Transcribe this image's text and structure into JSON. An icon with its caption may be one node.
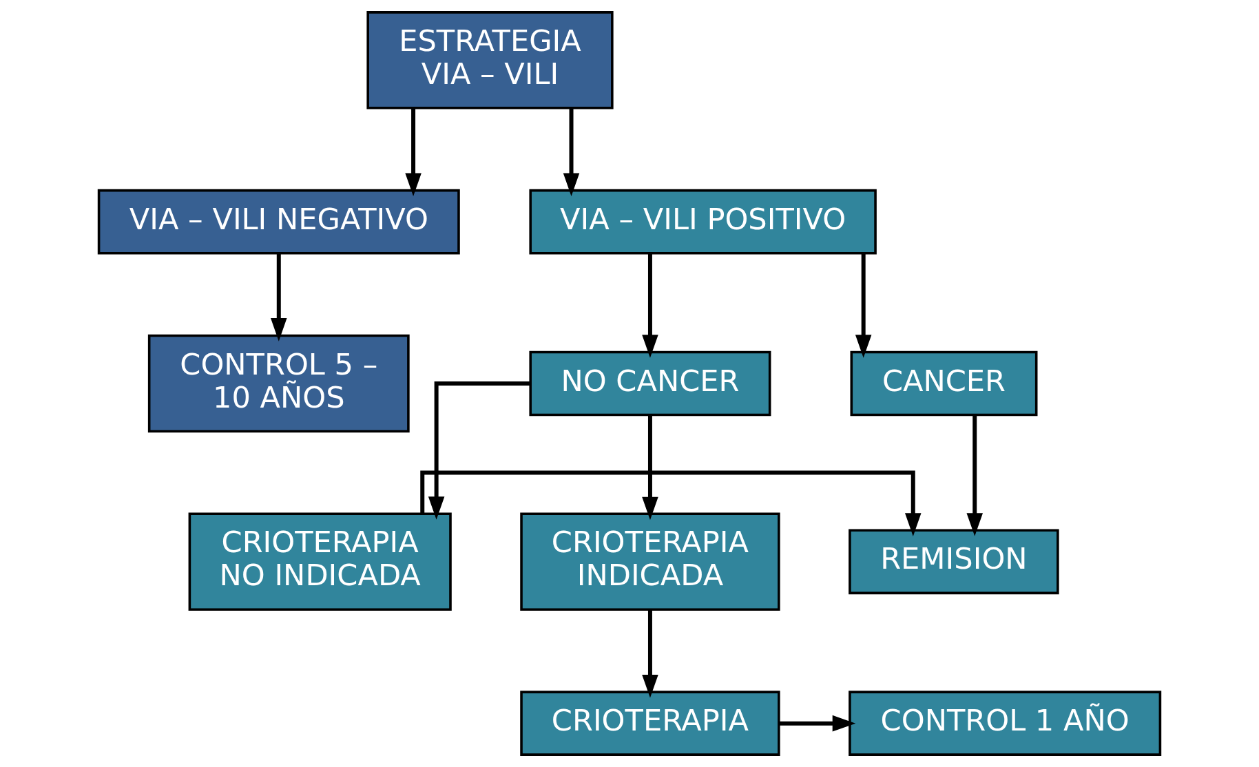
{
  "diagram": {
    "nodes": [
      {
        "text": [
          "ESTRATEGIA VIA – VILI"
        ]
      },
      {
        "text": [
          "VIA – VILI NEGATIVO"
        ]
      },
      {
        "text": [
          "VIA – VILI POSITIVO"
        ]
      },
      {
        "text": [
          "CONTROL 5 – 10 AÑOS"
        ]
      },
      {
        "text": [
          "CANCER"
        ]
      },
      {
        "text": [
          "NO CANCER"
        ]
      },
      {
        "text": [
          "REMISION"
        ]
      },
      {
        "text": [
          "CRIOTERAPIA NO INDICADA"
        ]
      },
      {
        "text": [
          "CRIOTERAPIA INDICADA"
        ]
      },
      {
        "text": [
          "CONTROL 1 AÑO"
        ]
      },
      {
        "text": [
          "CRIOTERAPIA"
        ]
      }
    ],
    "edges": [
      {
        "from": 0,
        "to": 1,
        "arrow": "to"
      },
      {
        "from": 0,
        "to": 2,
        "arrow": "to"
      },
      {
        "from": 1,
        "to": 3,
        "arrow": "to"
      },
      {
        "from": 2,
        "to": 4,
        "arrow": "to"
      },
      {
        "from": 2,
        "to": 5,
        "arrow": "to"
      },
      {
        "from": 4,
        "to": 6,
        "arrow": "to"
      },
      {
        "from": 5,
        "to": 7,
        "arrow": "to"
      },
      {
        "from": 5,
        "to": 8,
        "arrow": "to"
      },
      {
        "from": 7,
        "to": 6,
        "arrow": "to"
      },
      {
        "from": 8,
        "to": 10,
        "arrow": "to"
      },
      {
        "from": 10,
        "to": 9,
        "arrow": "to"
      }
    ]
  }
}
